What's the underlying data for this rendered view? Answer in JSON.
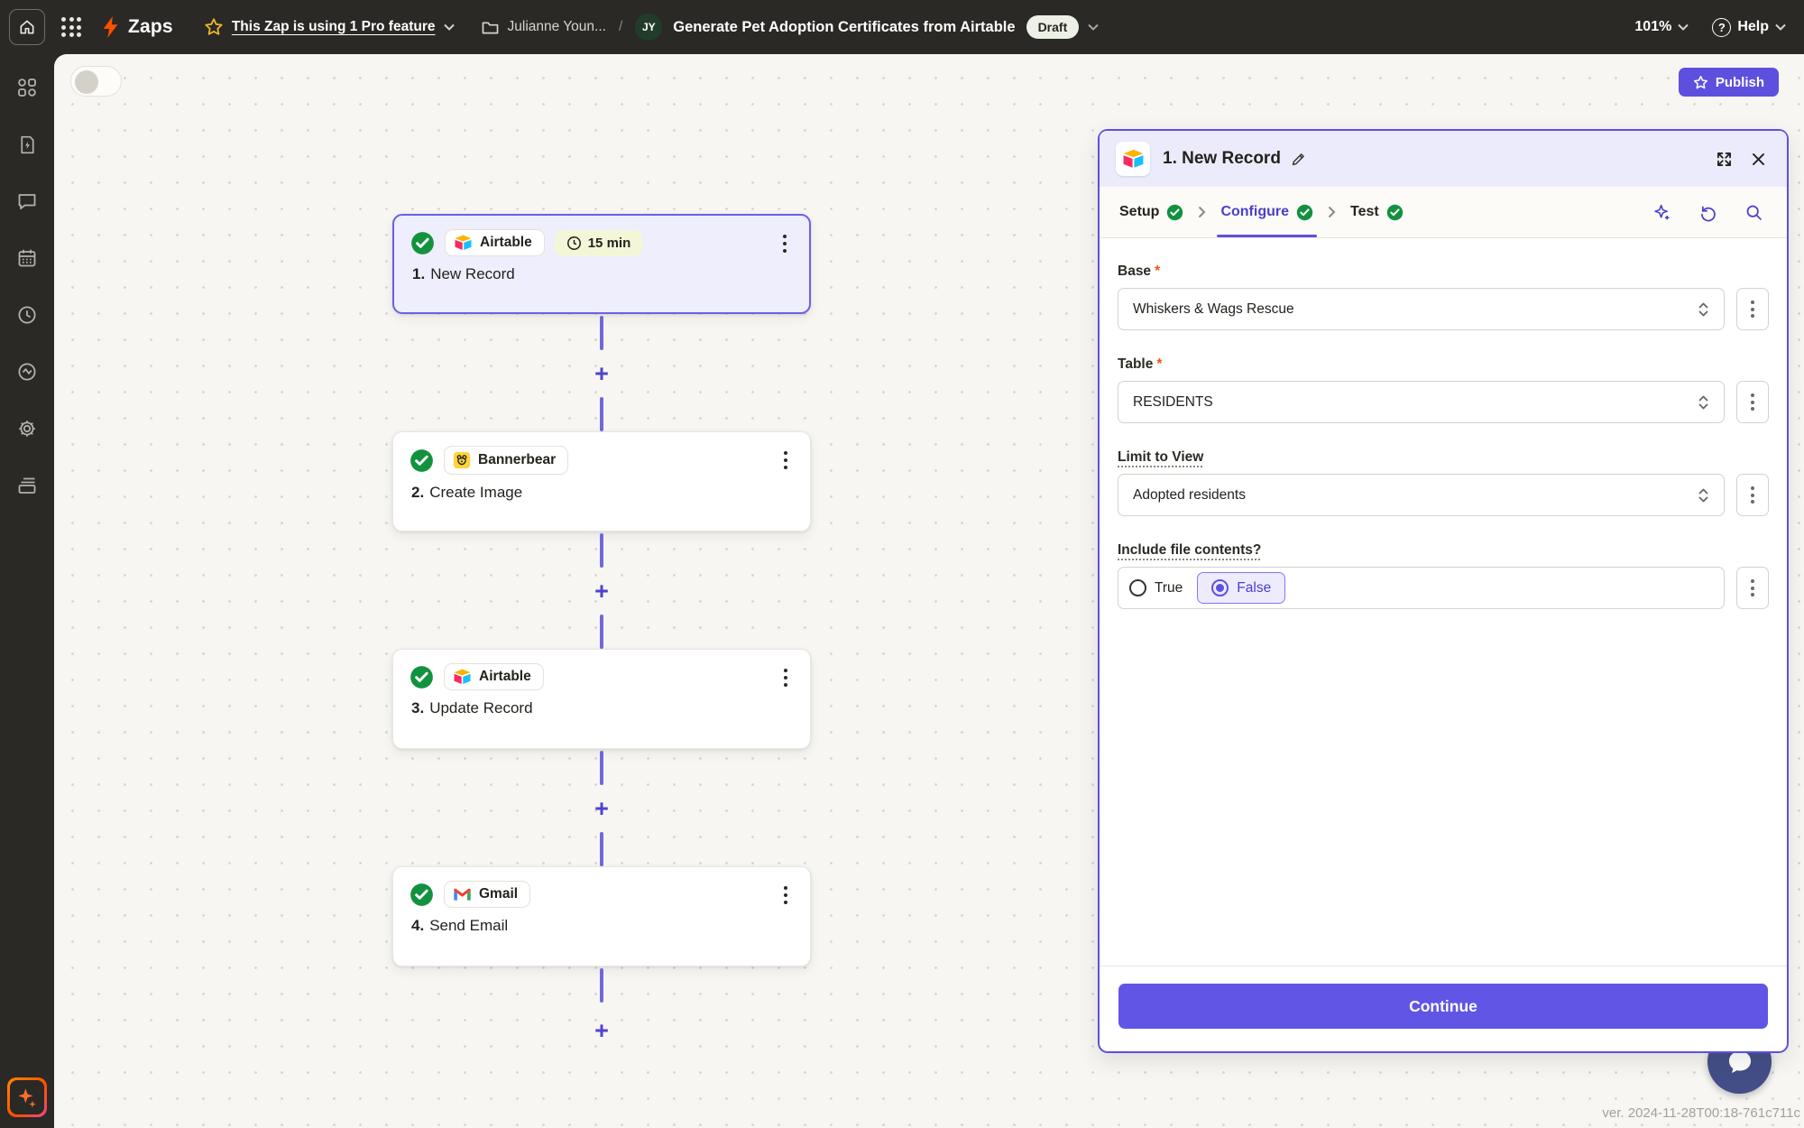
{
  "colors": {
    "accent_purple": "#5d50de",
    "active_tab_purple": "#4a3fc9",
    "success_green": "#12923f",
    "brand_orange": "#ff4f00",
    "required_orange": "#e8590c",
    "topbar_dark": "#2a2925",
    "selected_card_bg": "#efeefc"
  },
  "topbar": {
    "zaps_label": "Zaps",
    "pro_feature_label": "This Zap is using 1 Pro feature",
    "folder_label": "Julianne Youn...",
    "breadcrumb_separator": "/",
    "avatar_initials": "JY",
    "zap_title": "Generate Pet Adoption Certificates from Airtable",
    "status_badge": "Draft",
    "zoom_level": "101%",
    "help_label": "Help"
  },
  "canvas": {
    "publish_label": "Publish",
    "version_text": "ver. 2024-11-28T00:18-761c711c",
    "steps": [
      {
        "index": "1.",
        "app": "Airtable",
        "title": "New Record",
        "timer": "15 min"
      },
      {
        "index": "2.",
        "app": "Bannerbear",
        "title": "Create Image"
      },
      {
        "index": "3.",
        "app": "Airtable",
        "title": "Update Record"
      },
      {
        "index": "4.",
        "app": "Gmail",
        "title": "Send Email"
      }
    ]
  },
  "panel": {
    "step_title": "1. New Record",
    "tabs": {
      "setup": "Setup",
      "configure": "Configure",
      "test": "Test"
    },
    "required_marker": "*",
    "fields": {
      "base": {
        "label": "Base",
        "value": "Whiskers & Wags Rescue"
      },
      "table": {
        "label": "Table",
        "value": "RESIDENTS"
      },
      "view": {
        "label": "Limit to View",
        "value": "Adopted residents"
      },
      "file_contents": {
        "label": "Include file contents?",
        "option_true": "True",
        "option_false": "False"
      }
    },
    "continue_label": "Continue"
  }
}
